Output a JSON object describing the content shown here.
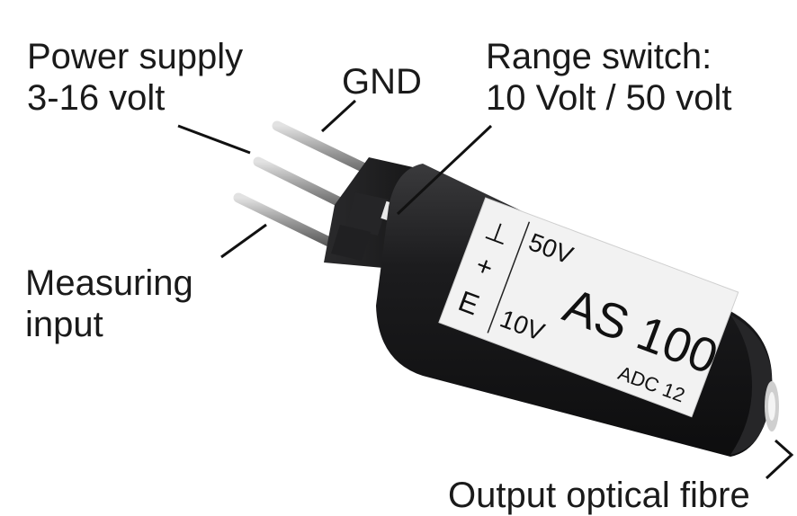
{
  "callouts": {
    "power_supply": {
      "line1": "Power supply",
      "line2": "3-16 volt"
    },
    "gnd": {
      "text": "GND"
    },
    "range_switch": {
      "line1": "Range switch:",
      "line2": "10 Volt / 50 volt"
    },
    "measuring_input": {
      "line1": "Measuring",
      "line2": "input"
    },
    "output": {
      "text": "Output optical fibre"
    }
  },
  "device_label": {
    "model": "AS 100",
    "model_a": "AS",
    "model_b": "100",
    "sub": "ADC 12",
    "sub_a": "ADC",
    "sub_b": "12",
    "range_high": "50V",
    "range_low": "10V",
    "pin_ground_symbol": "⊥",
    "pin_plus": "+",
    "pin_e": "E"
  },
  "colors": {
    "body": "#1c1c1e",
    "label_bg": "#f2f2f2",
    "pin": "#a8a8a8",
    "text": "#1a1a1a"
  }
}
